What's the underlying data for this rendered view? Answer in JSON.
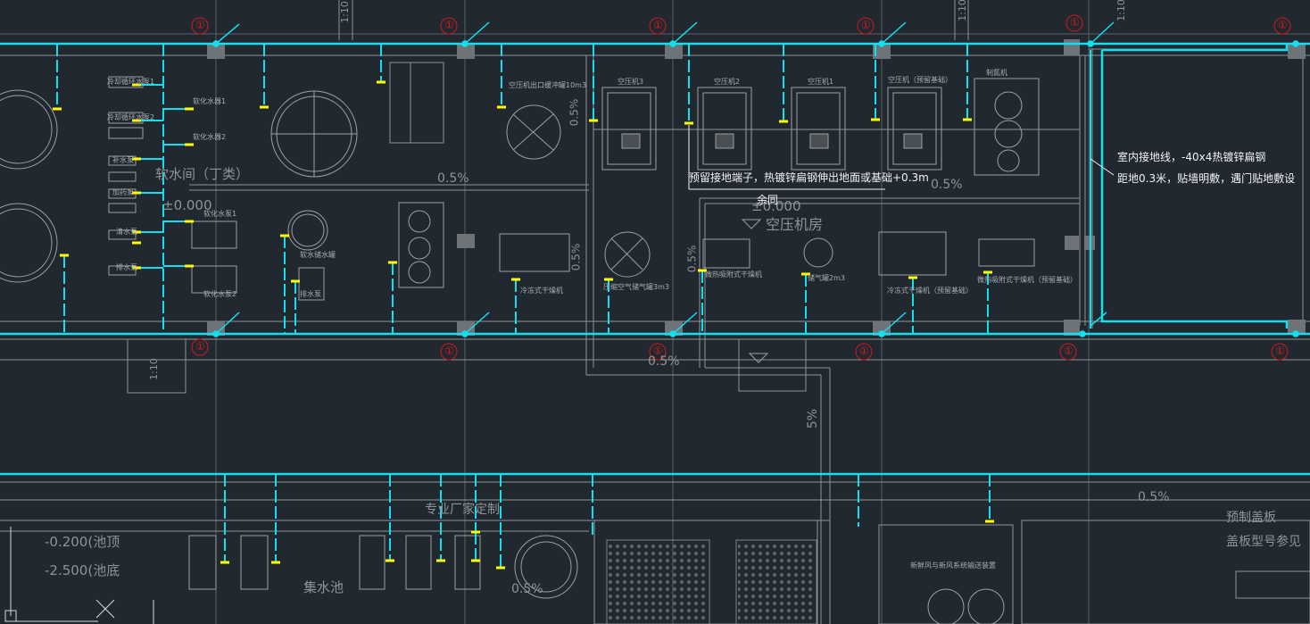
{
  "colors": {
    "background": "#212830",
    "grounding_line": "#13e0ee",
    "terminal": "#ffff00",
    "axis_bubble": "#d31919",
    "linework": "#8e9398",
    "column": "#6e7378",
    "annotation": "#f2f2f2"
  },
  "axis_marker": "①",
  "labels": {
    "room_water": "软水间（丁类）",
    "room_air": "空压机房",
    "elev_zero_a": "±0.000",
    "elev_zero_b": "±0.000",
    "slope_a": "0.5%",
    "slope_b": "0.5%",
    "slope_c": "0.5%",
    "slope_d": "0.5%",
    "slope_e": "0.5%",
    "slope_f": "0.5%",
    "slope_g": "0.5%",
    "slope_h": "0.5%",
    "same_below": "余同",
    "vendor": "专业厂家定制",
    "elev_top": "-0.200(池顶",
    "elev_bottom": "-2.500(池底",
    "sump": "集水池",
    "cover": "预制盖板",
    "cover_type": "盖板型号参见",
    "ramp_a": "1:10",
    "ramp_b": "1:10",
    "ramp_c": "1:10",
    "ramp_d": "1:10",
    "slope_plain": "5%"
  },
  "annotations": {
    "terminal_note": "预留接地端子，热镀锌扁钢伸出地面或基础+0.3m",
    "indoor_line1": "室内接地线，-40x4热镀锌扁钢",
    "indoor_line2": "距地0.3米，贴墙明敷，遇门贴地敷设"
  },
  "equipment": {
    "air_comp_3": "空压机3",
    "air_comp_2": "空压机2",
    "air_comp_1": "空压机1",
    "air_comp_reserved": "空压机（预留基础）",
    "dryer_unit": "制氮机",
    "tank_10m3": "空压机出口缓冲罐10m3",
    "air_tank_3": "压缩空气储气罐3m3",
    "tank_2m3": "储气罐2m3",
    "dryer_micro": "微热吸附式干燥机",
    "dryer_cold_a": "冷冻式干燥机",
    "dryer_cold_b": "冷冻式干燥机（预留基础）",
    "dryer_micro_b": "微热吸附式干燥机（预留基础）",
    "pump_1": "冷却循环水泵1",
    "pump_2": "冷却循环水泵2",
    "softener_1": "软化水器1",
    "softener_2": "软化水器2",
    "pump_a": "补水泵",
    "pump_b": "加药泵",
    "pump_c": "清水泵",
    "pump_d": "排水泵",
    "feed_pump_1": "软化水泵1",
    "feed_pump_2": "软化水泵2",
    "water_tank": "软水储水罐",
    "supply_pump": "排水泵",
    "distribution": "新鲜风与新风系统输送装置"
  }
}
